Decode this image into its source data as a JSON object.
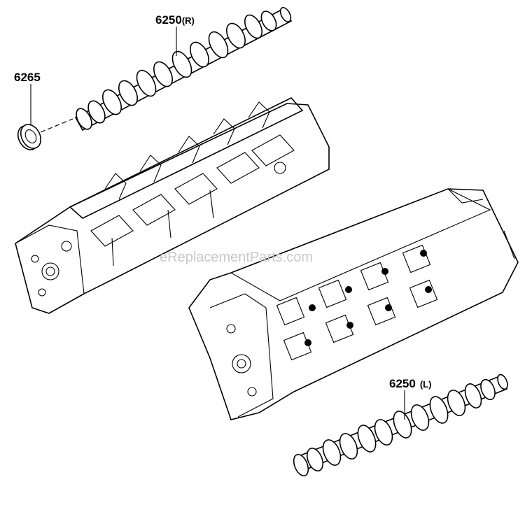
{
  "labels": {
    "cam_r": {
      "number": "6250",
      "suffix": "(R)"
    },
    "seal": {
      "number": "6265"
    },
    "cam_l": {
      "number": "6250",
      "suffix": "(L)"
    }
  },
  "watermark": "eReplacementParts.com",
  "colors": {
    "line": "#000000",
    "background": "#ffffff",
    "watermark": "#c8c8c8"
  }
}
